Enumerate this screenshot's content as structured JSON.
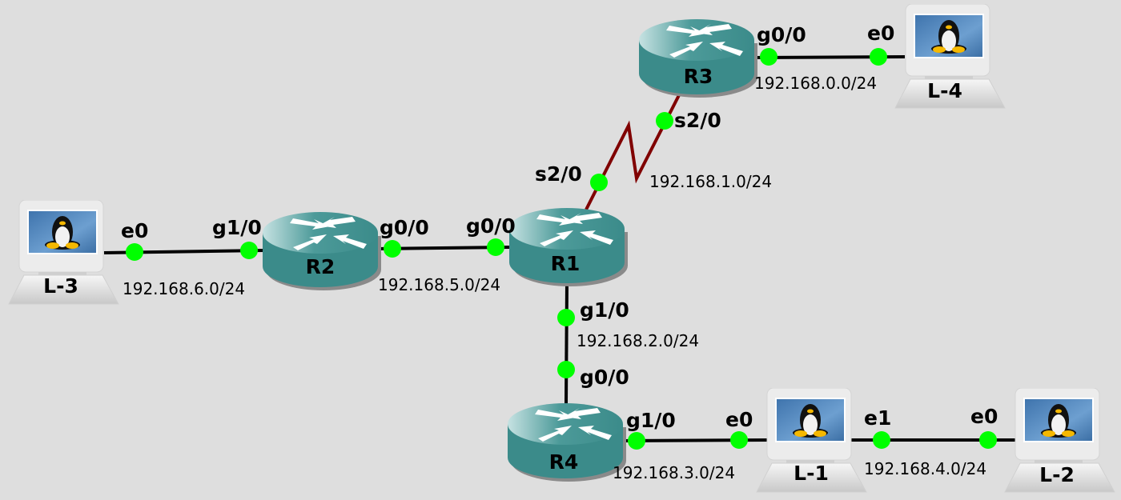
{
  "title": "GNS3 topology",
  "colors": {
    "background": "#dedede",
    "link": "#000000",
    "serial_link": "#800000",
    "port_dot": "#00ff00",
    "router": "#3b8b8a"
  },
  "nodes": {
    "R1": {
      "label": "R1",
      "type": "router",
      "icon": "router-icon"
    },
    "R2": {
      "label": "R2",
      "type": "router",
      "icon": "router-icon"
    },
    "R3": {
      "label": "R3",
      "type": "router",
      "icon": "router-icon"
    },
    "R4": {
      "label": "R4",
      "type": "router",
      "icon": "router-icon"
    },
    "L1": {
      "label": "L-1",
      "type": "linux-host",
      "icon": "linux-laptop-icon"
    },
    "L2": {
      "label": "L-2",
      "type": "linux-host",
      "icon": "linux-laptop-icon"
    },
    "L3": {
      "label": "L-3",
      "type": "linux-host",
      "icon": "linux-laptop-icon"
    },
    "L4": {
      "label": "L-4",
      "type": "linux-host",
      "icon": "linux-laptop-icon"
    }
  },
  "links": {
    "r3_l4": {
      "a": "R3",
      "a_if": "g0/0",
      "b": "L-4",
      "b_if": "e0",
      "subnet": "192.168.0.0/24"
    },
    "r3_r1": {
      "a": "R3",
      "a_if": "s2/0",
      "b": "R1",
      "b_if": "s2/0",
      "subnet": "192.168.1.0/24",
      "kind": "serial"
    },
    "l3_r2": {
      "a": "L-3",
      "a_if": "e0",
      "b": "R2",
      "b_if": "g1/0",
      "subnet": "192.168.6.0/24"
    },
    "r2_r1": {
      "a": "R2",
      "a_if": "g0/0",
      "b": "R1",
      "b_if": "g0/0",
      "subnet": "192.168.5.0/24"
    },
    "r1_r4": {
      "a": "R1",
      "a_if": "g1/0",
      "b": "R4",
      "b_if": "g0/0",
      "subnet": "192.168.2.0/24"
    },
    "r4_l1": {
      "a": "R4",
      "a_if": "g1/0",
      "b": "L-1",
      "b_if": "e0",
      "subnet": "192.168.3.0/24"
    },
    "l1_l2": {
      "a": "L-1",
      "a_if": "e1",
      "b": "L-2",
      "b_if": "e0",
      "subnet": "192.168.4.0/24"
    }
  }
}
